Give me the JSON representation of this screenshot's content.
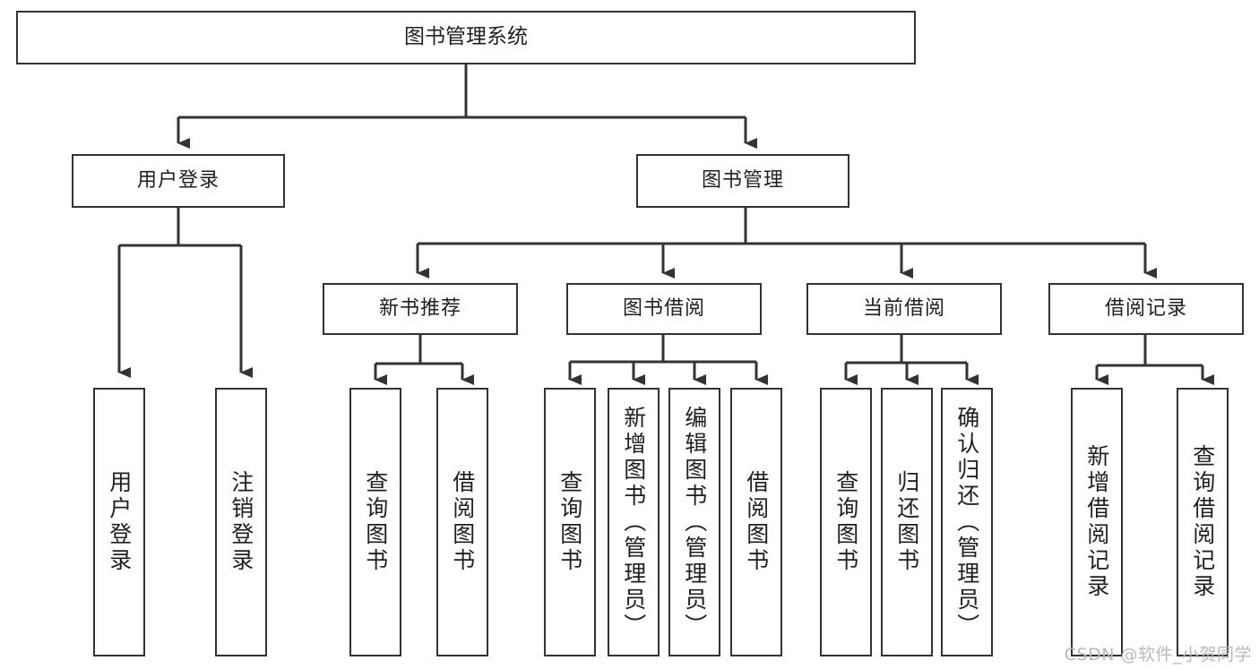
{
  "diagram": {
    "type": "tree",
    "title": "图书管理系统",
    "colors": {
      "box_border": "#333333",
      "box_fill": "#ffffff",
      "connector": "#333333",
      "text": "#1f1f1f",
      "watermark": "#b9b9b9",
      "background": "#ffffff"
    },
    "root": {
      "label": "图书管理系统"
    },
    "level2": [
      {
        "id": "user-login",
        "label": "用户登录"
      },
      {
        "id": "book-manage",
        "label": "图书管理"
      }
    ],
    "level3": [
      {
        "id": "new-book-recommend",
        "label": "新书推荐"
      },
      {
        "id": "book-borrow",
        "label": "图书借阅"
      },
      {
        "id": "current-borrow",
        "label": "当前借阅"
      },
      {
        "id": "borrow-record",
        "label": "借阅记录"
      }
    ],
    "leaves": {
      "user_login": [
        {
          "id": "leaf-user-login",
          "label": "用户登录"
        },
        {
          "id": "leaf-logout-login",
          "label": "注销登录"
        }
      ],
      "new_book_recommend": [
        {
          "id": "leaf-query-book-1",
          "label": "查询图书"
        },
        {
          "id": "leaf-borrow-book-1",
          "label": "借阅图书"
        }
      ],
      "book_borrow": [
        {
          "id": "leaf-query-book-2",
          "label": "查询图书"
        },
        {
          "id": "leaf-add-book",
          "label": "新增图书（管理员）"
        },
        {
          "id": "leaf-edit-book",
          "label": "编辑图书（管理员）"
        },
        {
          "id": "leaf-borrow-book-2",
          "label": "借阅图书"
        }
      ],
      "current_borrow": [
        {
          "id": "leaf-query-book-3",
          "label": "查询图书"
        },
        {
          "id": "leaf-return-book",
          "label": "归还图书"
        },
        {
          "id": "leaf-confirm-return",
          "label": "确认归还（管理员）"
        }
      ],
      "borrow_record": [
        {
          "id": "leaf-add-record",
          "label": "新增借阅记录"
        },
        {
          "id": "leaf-query-record",
          "label": "查询借阅记录"
        }
      ]
    },
    "watermark": "CSDN @软件_小贺同学"
  }
}
